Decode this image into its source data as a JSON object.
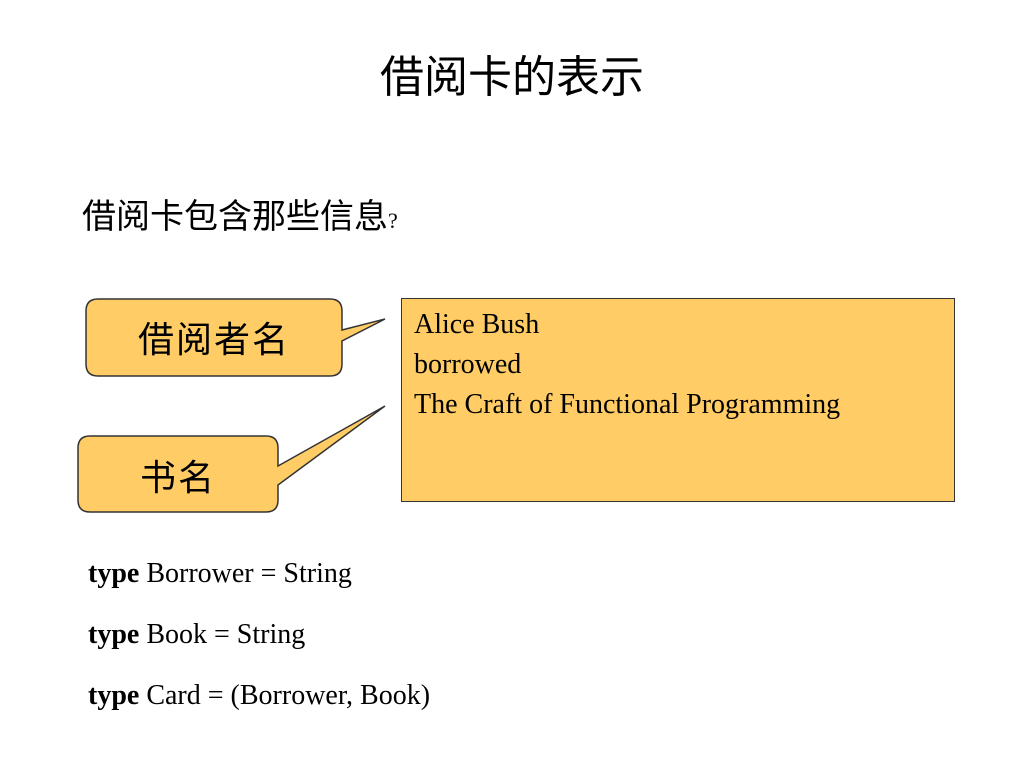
{
  "slide": {
    "title": "借阅卡的表示",
    "question": "借阅卡包含那些信息",
    "question_mark": "?"
  },
  "callouts": {
    "borrower": "借阅者名",
    "book": "书名",
    "fill_color": "#ffcc66",
    "stroke_color": "#333333"
  },
  "card": {
    "lines": [
      "Alice Bush",
      "borrowed",
      "The Craft of Functional Programming"
    ],
    "fill_color": "#ffcc66"
  },
  "code": {
    "lines": [
      {
        "keyword": "type",
        "rest": "Borrower = String"
      },
      {
        "keyword": "type",
        "rest": "Book = String"
      },
      {
        "keyword": "type",
        "rest": "Card = (Borrower, Book)"
      }
    ]
  }
}
